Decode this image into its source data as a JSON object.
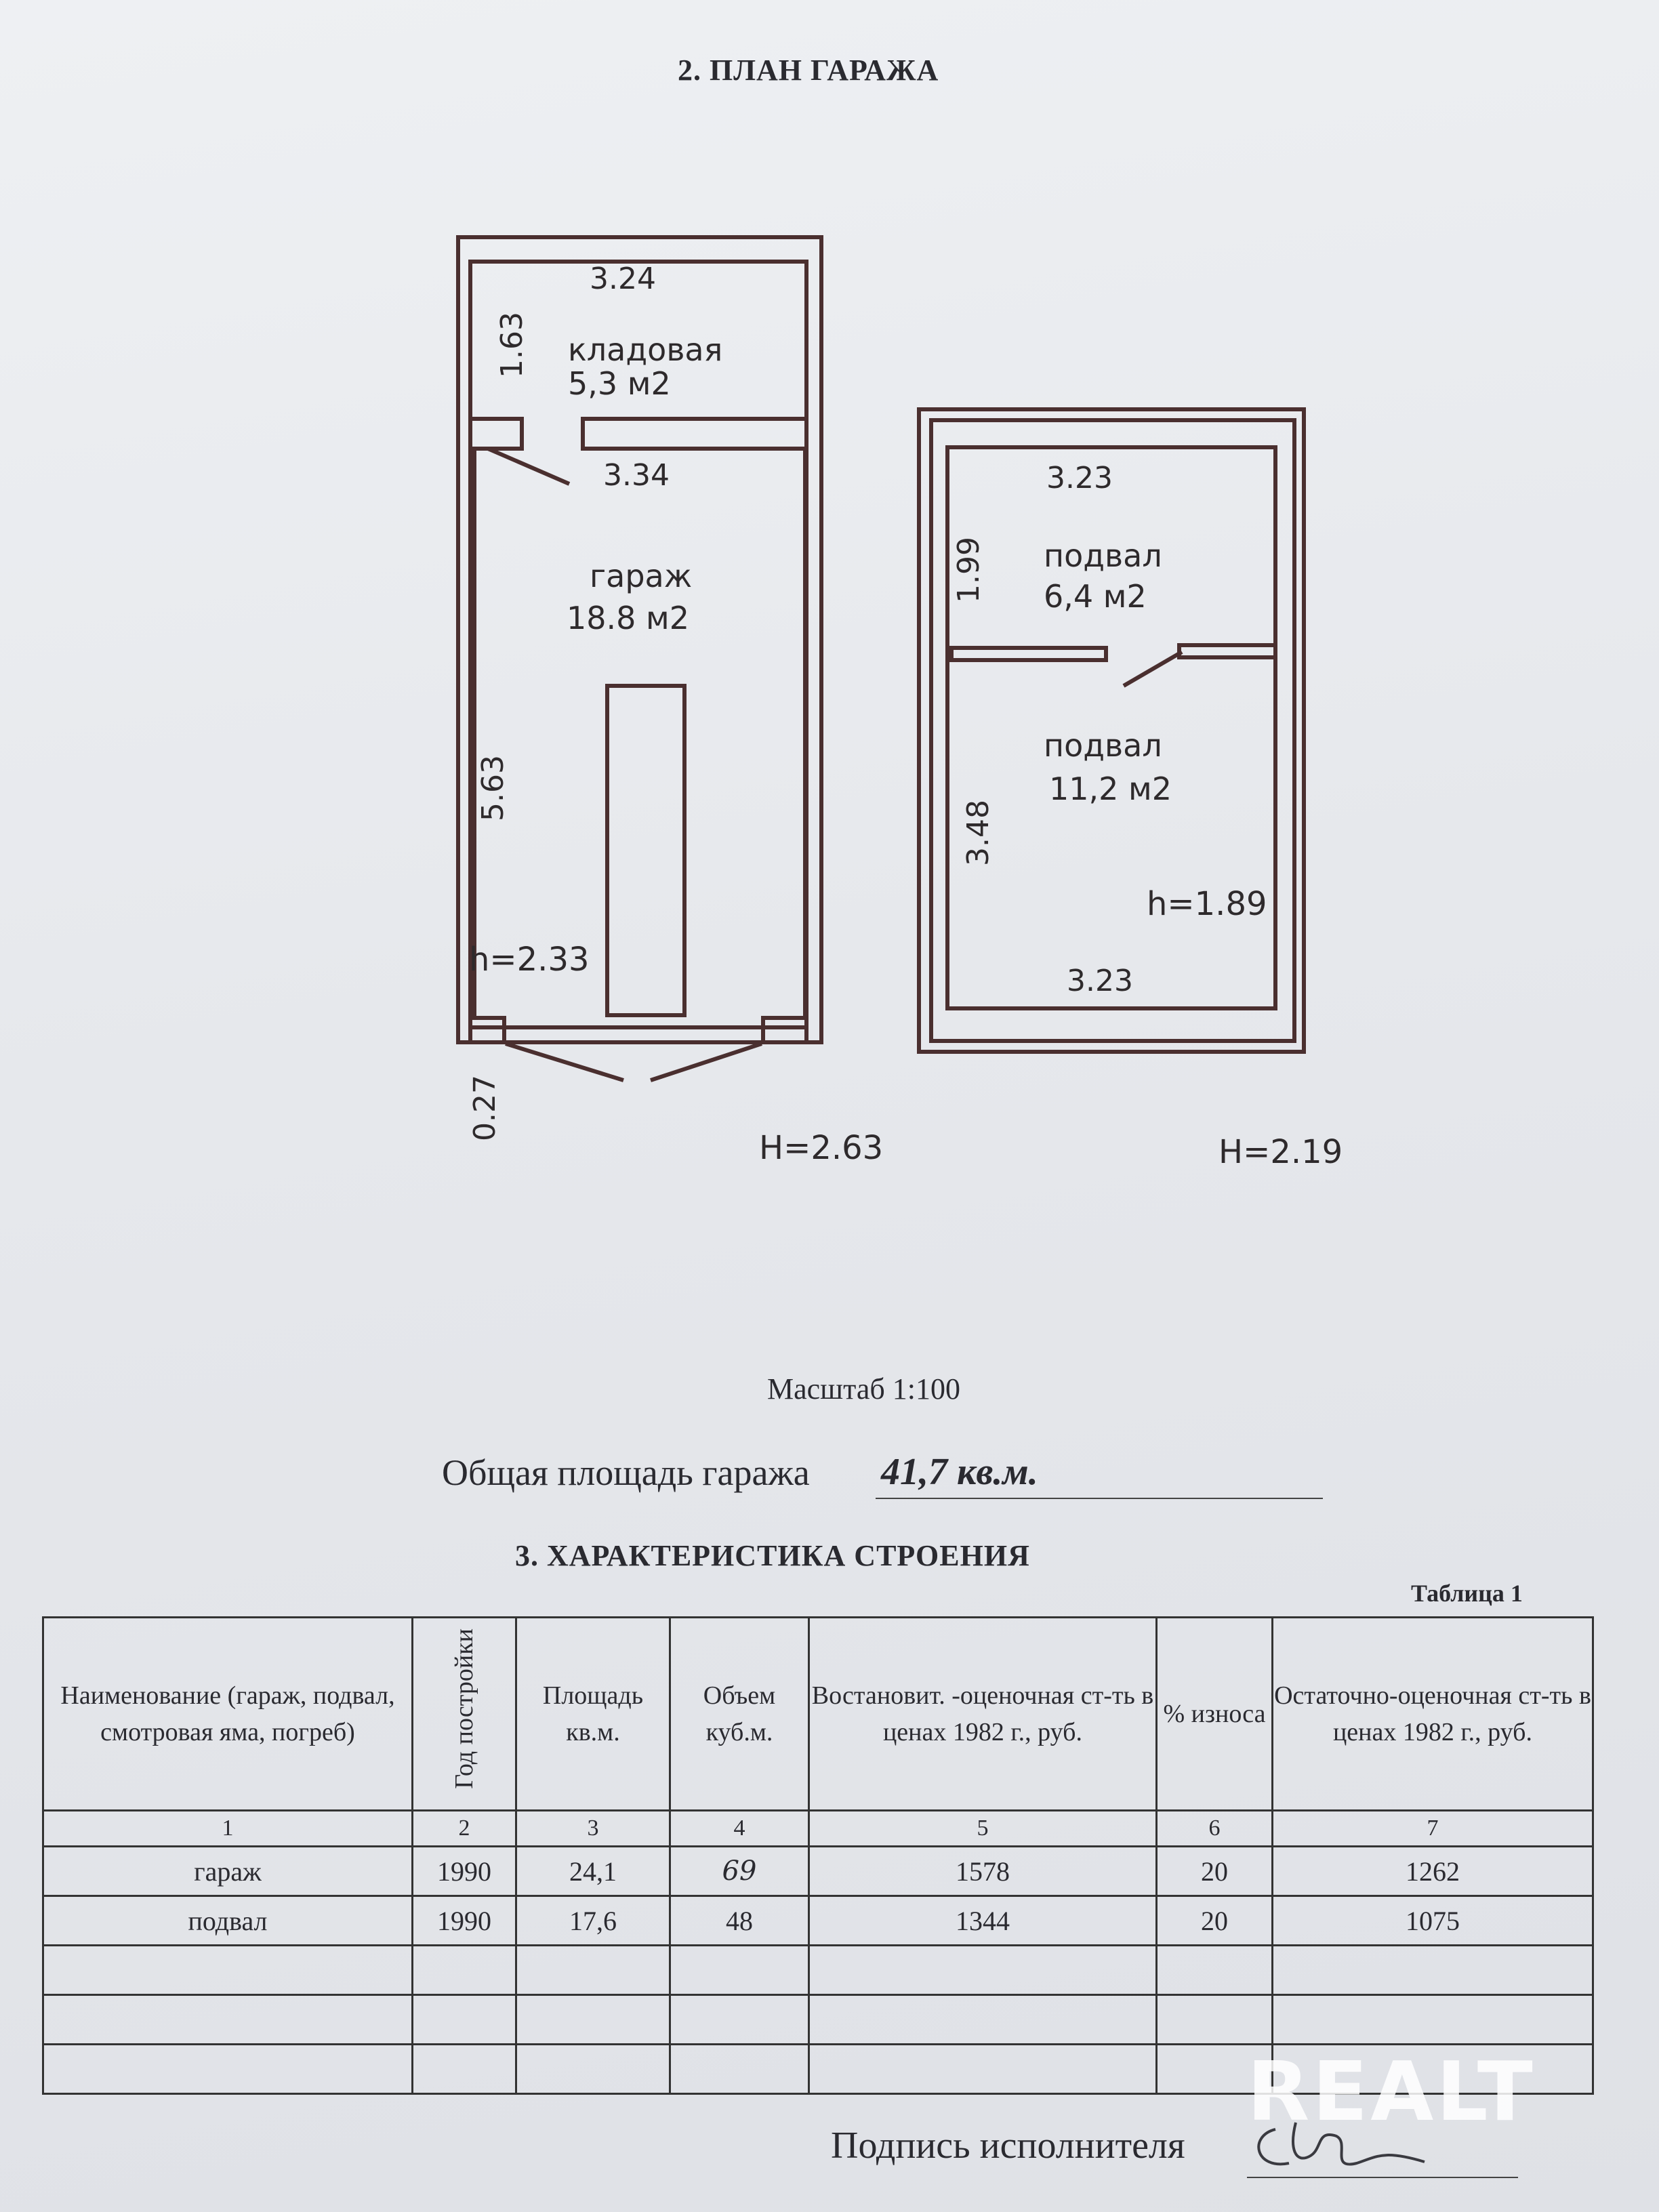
{
  "plan": {
    "heading": "2. ПЛАН ГАРАЖА",
    "storage": {
      "name": "кладовая",
      "area": "5,3 м2",
      "dim_top": "3.24",
      "dim_side": "1.63",
      "dim_bottom": "3.34"
    },
    "garage": {
      "name": "гараж",
      "area": "18.8 м2",
      "dim_side": "5.63",
      "height": "h=2.33",
      "dim_door": "0.27",
      "total_height": "H=2.63"
    },
    "cellar_upper": {
      "name": "подвал",
      "area": "6,4 м2",
      "dim_top": "3.23",
      "dim_side": "1.99"
    },
    "cellar_lower": {
      "name": "подвал",
      "area": "11,2 м2",
      "dim_side": "3.48",
      "height": "h=1.89",
      "dim_bottom": "3.23",
      "total_height": "H=2.19"
    },
    "scale": "Масштаб 1:100",
    "total_area_label": "Общая площадь гаража",
    "total_area_value": "41,7 кв.м."
  },
  "characteristics": {
    "heading": "3. ХАРАКТЕРИСТИКА СТРОЕНИЯ",
    "table_label": "Таблица 1",
    "columns": [
      "Наименование (гараж, подвал, смотровая яма, погреб)",
      "Год постройки",
      "Площадь кв.м.",
      "Объем куб.м.",
      "Востановит. -оценочная ст-ть в ценах 1982 г., руб.",
      "% износа",
      "Остаточно-оценочная ст-ть в ценах 1982 г., руб."
    ],
    "column_numbers": [
      "1",
      "2",
      "3",
      "4",
      "5",
      "6",
      "7"
    ],
    "rows": [
      [
        "гараж",
        "1990",
        "24,1",
        "69",
        "1578",
        "20",
        "1262"
      ],
      [
        "подвал",
        "1990",
        "17,6",
        "48",
        "1344",
        "20",
        "1075"
      ],
      [
        "",
        "",
        "",
        "",
        "",
        "",
        ""
      ],
      [
        "",
        "",
        "",
        "",
        "",
        "",
        ""
      ],
      [
        "",
        "",
        "",
        "",
        "",
        "",
        ""
      ]
    ]
  },
  "signature_label": "Подпись исполнителя",
  "watermark": "REALT",
  "colors": {
    "plan_lines": "#4a2f2f",
    "paper": "#e8eaee",
    "text": "#2a2a30"
  }
}
